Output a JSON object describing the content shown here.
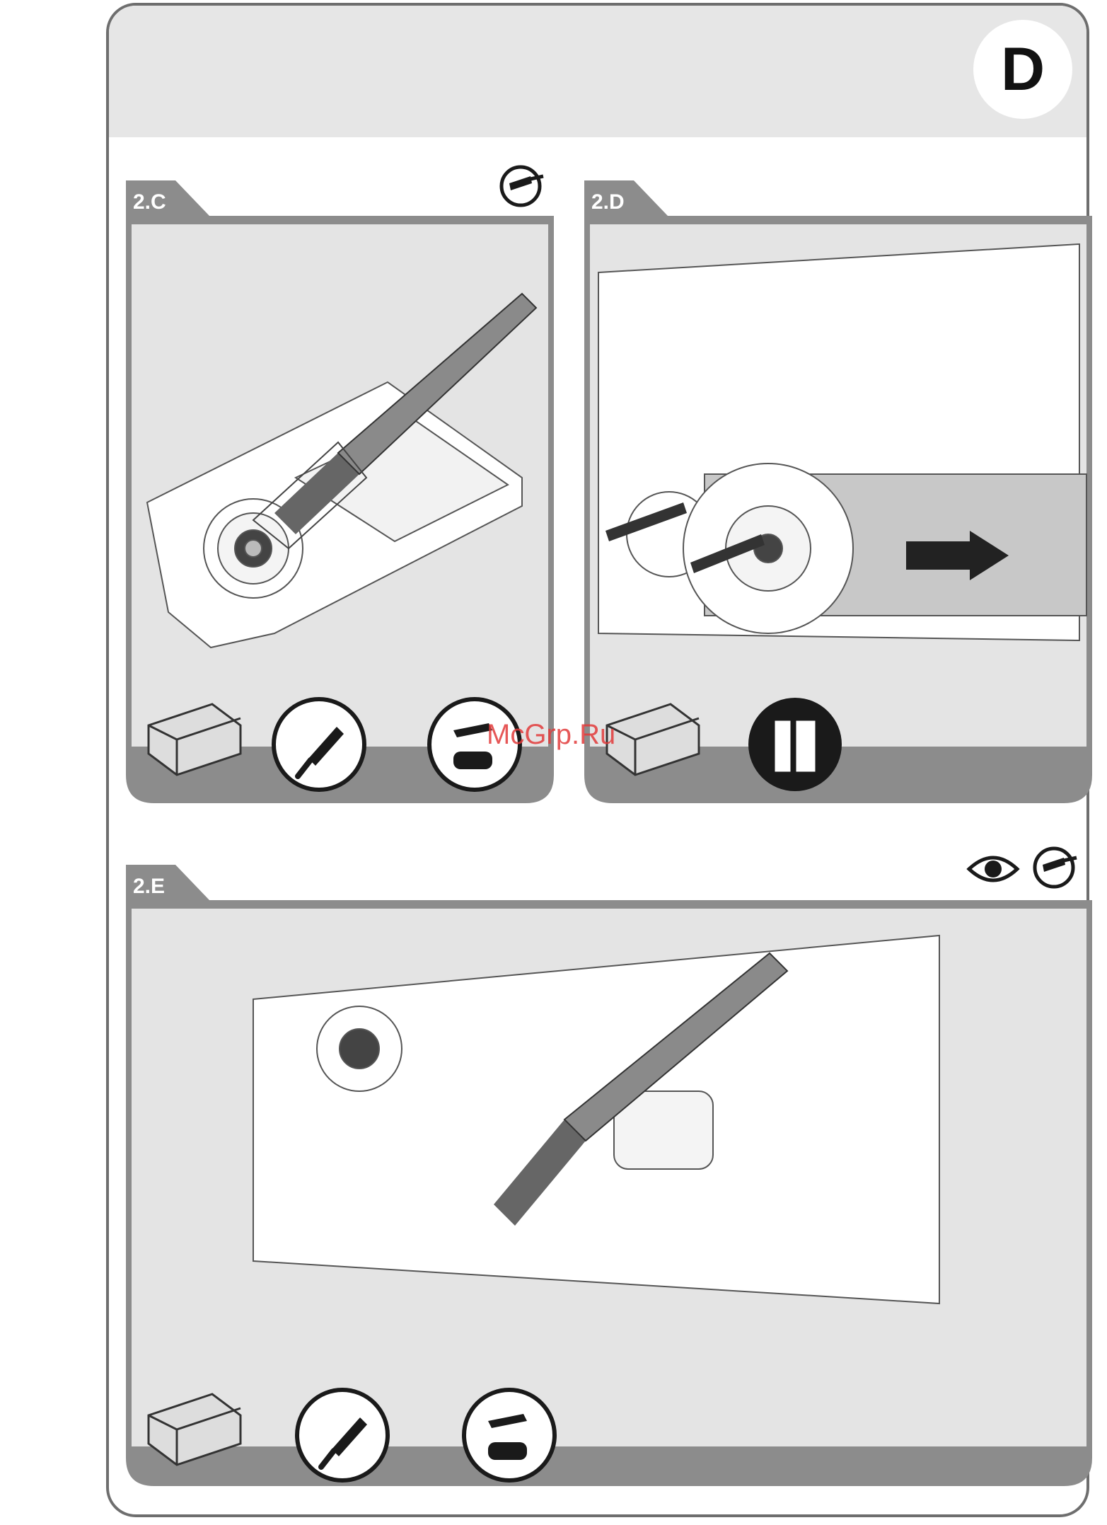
{
  "page": {
    "section_letter": "D",
    "watermark": "McGrp.Ru"
  },
  "panels": [
    {
      "id": "2c",
      "label": "2.C",
      "header_icons": [
        "brush-cleaning-icon"
      ],
      "footer_icons": [
        "toolbox-icon",
        "paint-brush-icon",
        "compressed-air-icon"
      ]
    },
    {
      "id": "2d",
      "label": "2.D",
      "header_icons": [],
      "footer_icons": [
        "toolbox-icon",
        "gloves-icon"
      ]
    },
    {
      "id": "2e",
      "label": "2.E",
      "header_icons": [
        "eye-inspect-icon",
        "brush-cleaning-icon"
      ],
      "footer_icons": [
        "toolbox-icon",
        "paint-brush-icon",
        "compressed-air-icon"
      ]
    }
  ],
  "colors": {
    "panel_fill": "#e4e4e4",
    "panel_bar": "#8c8c8c",
    "frame": "#6e6e6e",
    "line_art": "#555555",
    "dark_icon": "#1a1a1a"
  }
}
